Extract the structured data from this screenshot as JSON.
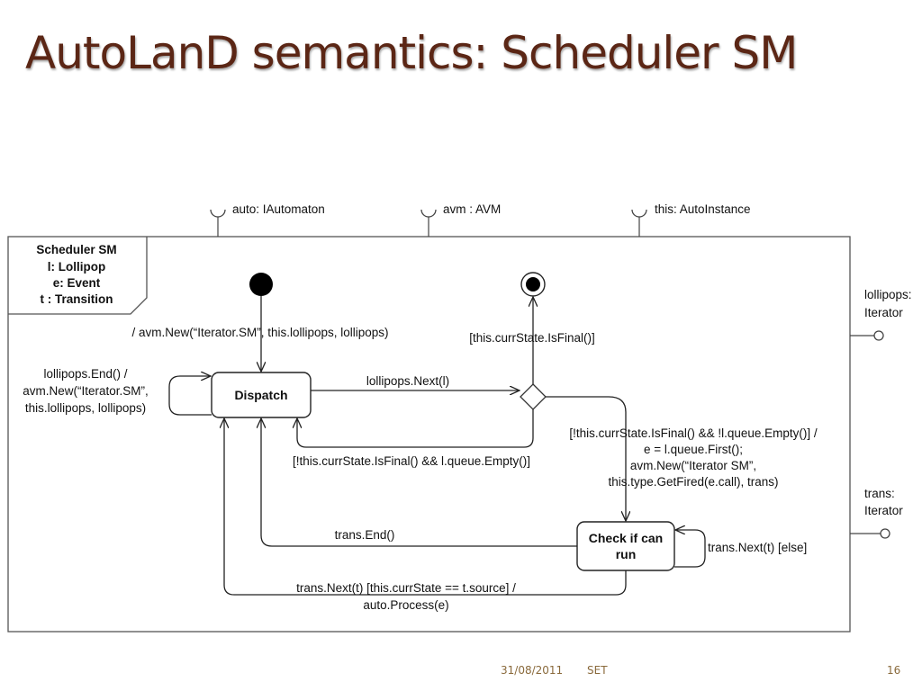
{
  "slide": {
    "title": "AutoLanD semantics: Scheduler SM",
    "footer_date": "31/08/2011",
    "footer_org": "SET",
    "page_number": "16"
  },
  "diagram": {
    "frame": {
      "header_lines": [
        "Scheduler SM",
        "l: Lollipop",
        "e: Event",
        "t : Transition"
      ]
    },
    "top_ports": [
      "auto: IAutomaton",
      "avm : AVM",
      "this: AutoInstance"
    ],
    "right_ports": [
      [
        "lollipops:",
        "Iterator"
      ],
      [
        "trans:",
        "Iterator"
      ]
    ],
    "states": {
      "dispatch": [
        "Dispatch"
      ],
      "check": [
        "Check if can",
        "run"
      ]
    },
    "labels": {
      "initial_effect": "/ avm.New(“Iterator.SM”, this.lollipops, lollipops)",
      "self_loop_dispatch": [
        "lollipops.End() /",
        "avm.New(“Iterator.SM”,",
        "this.lollipops, lollipops)"
      ],
      "to_choice": "lollipops.Next(l)",
      "to_final": "[this.currState.IsFinal()]",
      "back_to_dispatch": "[!this.currState.IsFinal() && l.queue.Empty()]",
      "to_check": [
        "[!this.currState.IsFinal() && !l.queue.Empty()] /",
        "e = l.queue.First();",
        "avm.New(“Iterator SM”,",
        "this.type.GetFired(e.call), trans)"
      ],
      "trans_end": "trans.End()",
      "trans_else": "trans.Next(t) [else]",
      "trans_fire": [
        "trans.Next(t) [this.currState == t.source] /",
        "auto.Process(e)"
      ]
    }
  }
}
